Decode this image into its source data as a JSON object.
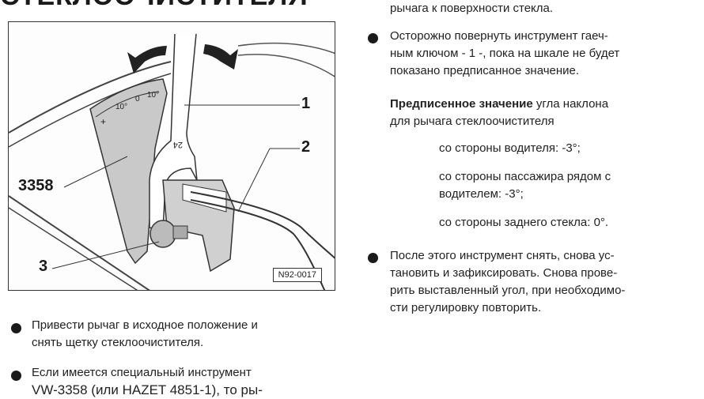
{
  "title": "СТЕКЛООЧИСТИТЕЛЯ",
  "figure": {
    "labels": {
      "wrench": "1",
      "lever": "2",
      "knob": "3",
      "tool": "3358"
    },
    "scale_marks": [
      "10°",
      "0",
      "10°",
      "+"
    ],
    "wrench_size": "24",
    "code": "N92-0017"
  },
  "left_column": {
    "bullets": [
      {
        "lines": [
          "Привести рычаг в исходное положение и",
          "снять щетку стеклоочистителя."
        ]
      },
      {
        "lines": [
          "Если имеется специальный инструмент",
          "VW-3358 (или HAZET 4851-1), то ры-"
        ]
      }
    ]
  },
  "right_column": {
    "continuation": "рычага к поверхности стекла.",
    "bullet1": {
      "lines": [
        "Осторожно повернуть инструмент гаеч-",
        "ным ключом - 1 -, пока на шкале не будет",
        "показано предписанное значение."
      ]
    },
    "spec": {
      "bold": "Предписенное значение",
      "rest": " угла наклона",
      "line2": "для рычага стеклоочистителя"
    },
    "values": [
      {
        "lines": [
          "со стороны водителя: -3°;"
        ]
      },
      {
        "lines": [
          "со стороны пассажира рядом с",
          "водителем: -3°;"
        ]
      },
      {
        "lines": [
          "со стороны заднего стекла: 0°."
        ]
      }
    ],
    "bullet2": {
      "lines": [
        "После этого инструмент снять, снова ус-",
        "тановить и зафиксировать. Снова прове-",
        "рить выставленный угол, при необходимо-",
        "сти регулировку повторить."
      ]
    }
  }
}
